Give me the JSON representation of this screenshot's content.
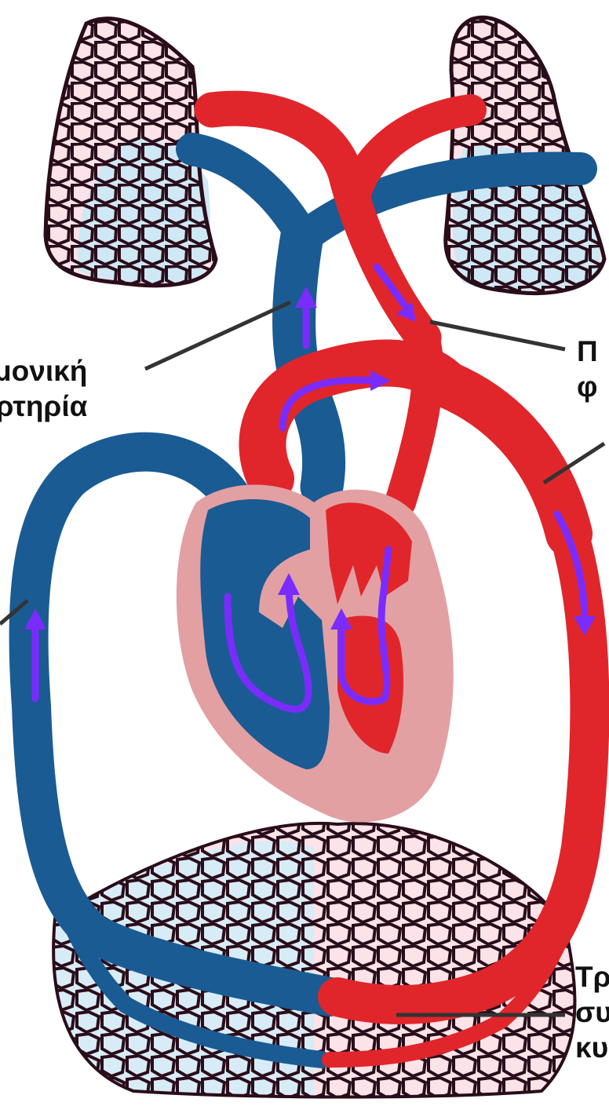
{
  "labels": {
    "pulmonary_artery": [
      "μονική",
      "ρτηρία"
    ],
    "pulmonary_vein": [
      "Π",
      "φ"
    ],
    "capillaries": [
      "Τρ",
      "συ",
      "κυ"
    ]
  },
  "colors": {
    "oxygenated": "#e0262b",
    "deoxygenated": "#1a5b93",
    "heart_wall": "#e2a0a3",
    "flow_arrow": "#7a2cff",
    "lung_outline": "#2a0d1a",
    "leader_line": "#333333"
  }
}
